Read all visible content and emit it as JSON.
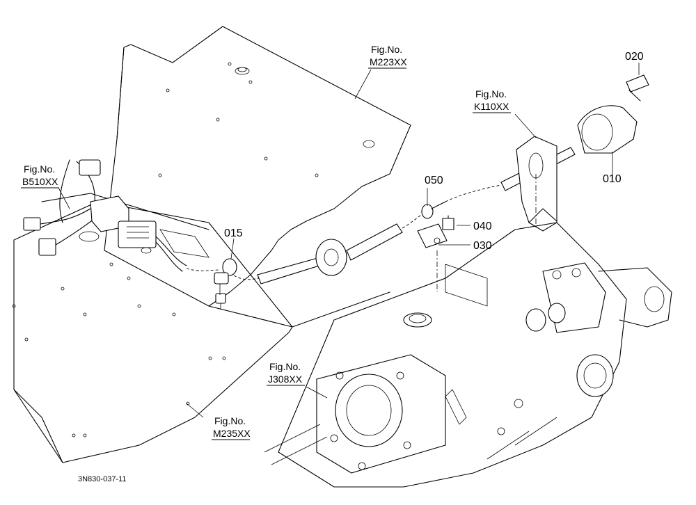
{
  "figure_refs": [
    {
      "id": "m223",
      "line1": "Fig.No.",
      "line2": "M223XX"
    },
    {
      "id": "k110",
      "line1": "Fig.No.",
      "line2": "K110XX"
    },
    {
      "id": "b510",
      "line1": "Fig.No.",
      "line2": "B510XX"
    },
    {
      "id": "j308",
      "line1": "Fig.No.",
      "line2": "J308XX"
    },
    {
      "id": "m235",
      "line1": "Fig.No.",
      "line2": "M235XX"
    }
  ],
  "parts": [
    {
      "id": "p020",
      "number": "020"
    },
    {
      "id": "p010",
      "number": "010"
    },
    {
      "id": "p050",
      "number": "050"
    },
    {
      "id": "p040",
      "number": "040"
    },
    {
      "id": "p030",
      "number": "030"
    },
    {
      "id": "p015",
      "number": "015"
    }
  ],
  "drawing_code": "3N830-037-11"
}
